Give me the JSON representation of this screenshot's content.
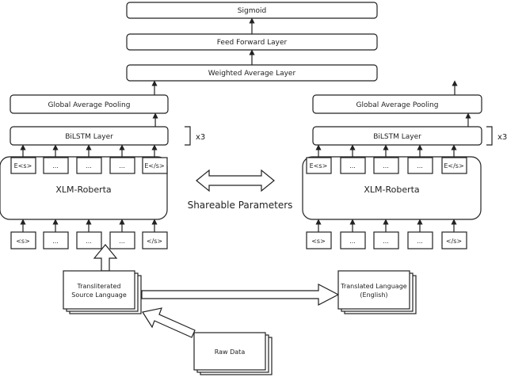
{
  "top": {
    "sigmoid": "Sigmoid",
    "feed_forward": "Feed Forward Layer",
    "weighted_average": "Weighted Average Layer"
  },
  "left": {
    "gap": "Global Average Pooling",
    "bilstm": "BiLSTM Layer",
    "repeat": "x3",
    "encoder": "XLM-Roberta",
    "embeddings": [
      "E<s>",
      "...",
      "...",
      "...",
      "E</s>"
    ],
    "tokens": [
      "<s>",
      "...",
      "...",
      "...",
      "</s>"
    ]
  },
  "right": {
    "gap": "Global Average Pooling",
    "bilstm": "BiLSTM Layer",
    "repeat": "x3",
    "encoder": "XLM-Roberta",
    "embeddings": [
      "E<s>",
      "...",
      "...",
      "...",
      "E</s>"
    ],
    "tokens": [
      "<s>",
      "...",
      "...",
      "...",
      "</s>"
    ]
  },
  "shared": "Shareable Parameters",
  "inputs": {
    "transliterated": [
      "Transliterated",
      "Source Language"
    ],
    "translated": [
      "Translated Language",
      "(English)"
    ],
    "raw": "Raw Data"
  }
}
